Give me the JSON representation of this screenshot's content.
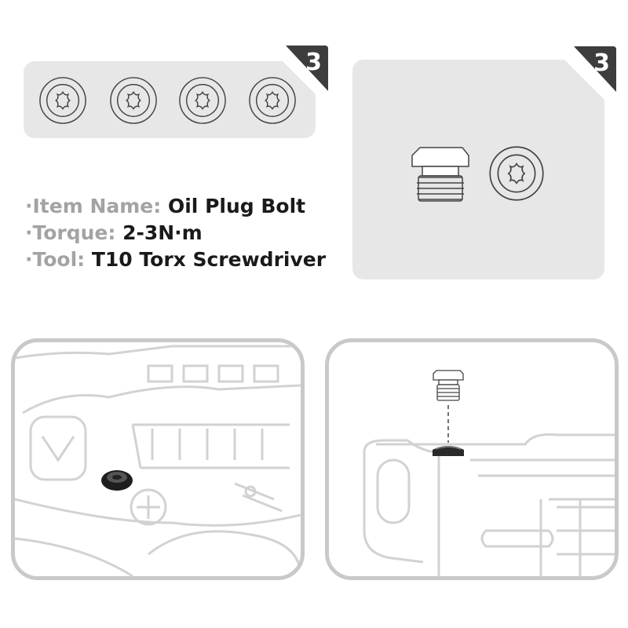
{
  "quantity_badges": [
    "3",
    "3"
  ],
  "specs": [
    {
      "label": "·Item Name: ",
      "value": "Oil Plug Bolt"
    },
    {
      "label": "·Torque: ",
      "value": "2-3N·m"
    },
    {
      "label": "·Tool: ",
      "value": "T10 Torx Screwdriver"
    }
  ],
  "colors": {
    "panel": "#e7e7e7",
    "badge": "#3d3d3d",
    "label": "#a3a3a3",
    "value": "#1a1a1a",
    "frame": "#c9c9c9"
  }
}
